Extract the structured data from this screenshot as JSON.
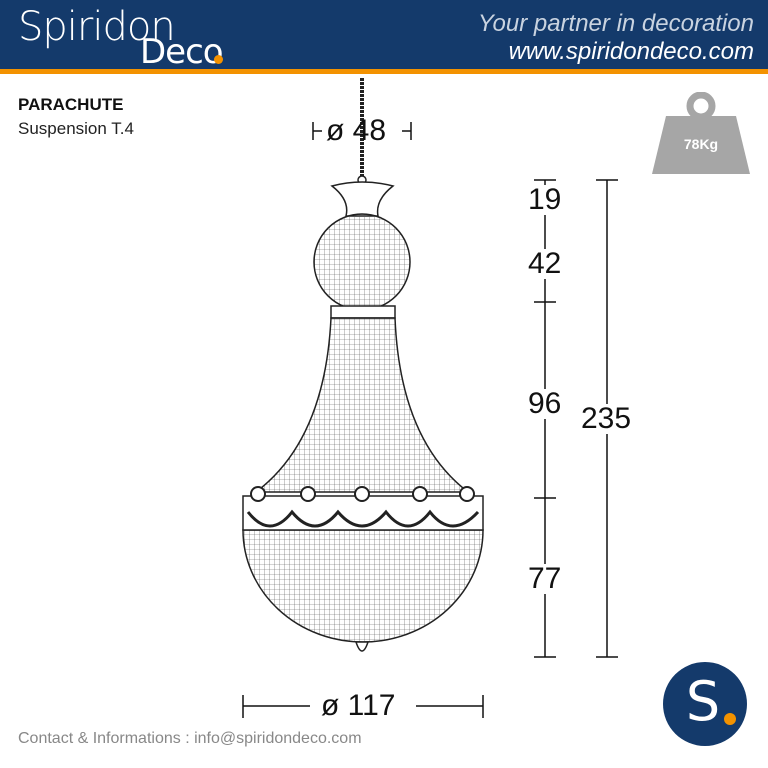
{
  "header": {
    "logo_line1": "Spiridon",
    "logo_line2": "Deco",
    "tagline": "Your partner in decoration",
    "url": "www.spiridondeco.com"
  },
  "product": {
    "name": "PARACHUTE",
    "type": "Suspension T.4",
    "weight": "78Kg"
  },
  "dimensions": {
    "top_diameter": "ø 48",
    "segment1": "19",
    "segment2": "42",
    "segment3": "96",
    "segment4": "77",
    "total_height": "235",
    "bottom_diameter": "ø 117"
  },
  "footer": {
    "contact": "Contact & Informations : info@spiridondeco.com",
    "badge_letter": "S."
  },
  "colors": {
    "brand_blue": "#143a6b",
    "accent_orange": "#f39200",
    "weight_gray": "#a6a6a6"
  }
}
